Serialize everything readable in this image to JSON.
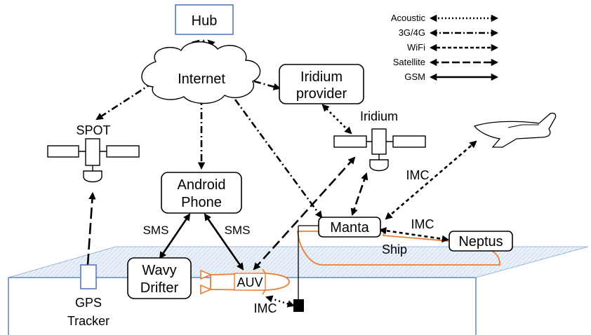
{
  "nodes": {
    "hub": "Hub",
    "internet": "Internet",
    "iridium_provider_line1": "Iridium",
    "iridium_provider_line2": "provider",
    "spot": "SPOT",
    "iridium": "Iridium",
    "android_line1": "Android",
    "android_line2": "Phone",
    "manta": "Manta",
    "neptus": "Neptus",
    "ship": "Ship",
    "wavy_line1": "Wavy",
    "wavy_line2": "Drifter",
    "auv": "AUV",
    "gps_line1": "GPS",
    "gps_line2": "Tracker"
  },
  "edge_labels": {
    "sms_left": "SMS",
    "sms_right": "SMS",
    "imc_plane": "IMC",
    "imc_neptus": "IMC",
    "imc_acoustic": "IMC"
  },
  "legend": [
    {
      "label": "Acoustic",
      "style": "dotted"
    },
    {
      "label": "3G/4G",
      "style": "dash-dot"
    },
    {
      "label": "WiFi",
      "style": "dashed"
    },
    {
      "label": "Satellite",
      "style": "long-dash"
    },
    {
      "label": "GSM",
      "style": "solid"
    }
  ],
  "colors": {
    "hub_border": "#4472c4",
    "gps_border": "#4472c4",
    "water_edge": "#4472c4",
    "hull": "#ed7d31",
    "water_fill": "#e3edf6",
    "line": "#000000"
  }
}
